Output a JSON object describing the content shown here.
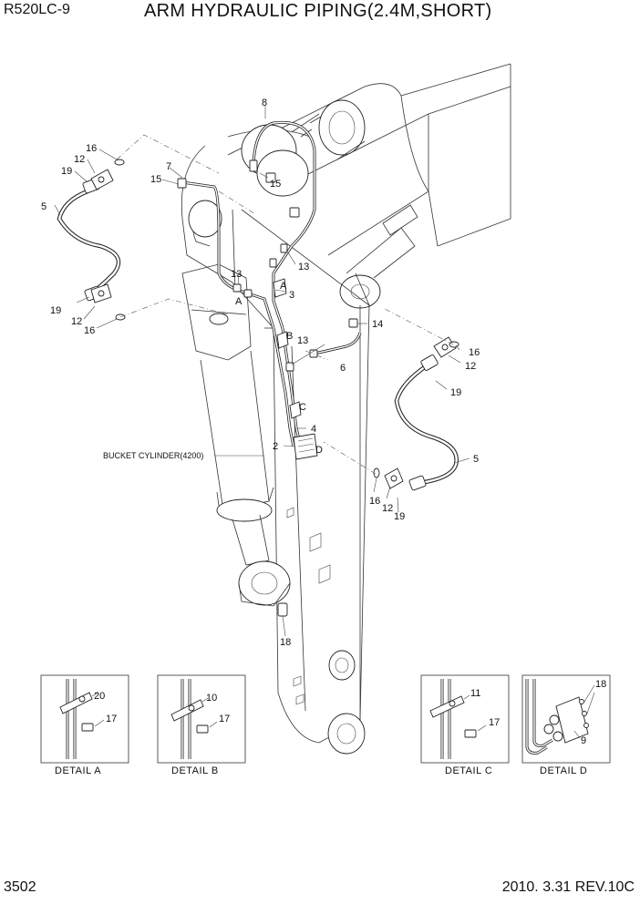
{
  "header": {
    "model": "R520LC-9",
    "title": "ARM HYDRAULIC PIPING(2.4M,SHORT)"
  },
  "footer": {
    "page": "3502",
    "date_rev": "2010. 3.31  REV.10C"
  },
  "note": {
    "bucket_cylinder": "BUCKET CYLINDER(4200)"
  },
  "callouts": {
    "c1": "8",
    "c2": "16",
    "c3": "12",
    "c4": "19",
    "c5": "7",
    "c6": "15",
    "c7": "15",
    "c8": "5",
    "c9": "13",
    "c10": "13",
    "c11": "3",
    "c12": "19",
    "c13": "12",
    "c14": "16",
    "c15": "14",
    "c16": "13",
    "c17": "6",
    "c18": "16",
    "c19": "12",
    "c20": "19",
    "c21": "4",
    "c22": "2",
    "c23": "5",
    "c24": "16",
    "c25": "12",
    "c26": "19",
    "c27": "18"
  },
  "markers": {
    "a": "A",
    "b": "B",
    "c": "C",
    "d": "D"
  },
  "details": {
    "a": {
      "label": "DETAIL  A",
      "n1": "20",
      "n2": "17"
    },
    "b": {
      "label": "DETAIL  B",
      "n1": "10",
      "n2": "17"
    },
    "c": {
      "label": "DETAIL  C",
      "n1": "11",
      "n2": "17"
    },
    "d": {
      "label": "DETAIL  D",
      "n1": "18",
      "n2": "9"
    }
  }
}
